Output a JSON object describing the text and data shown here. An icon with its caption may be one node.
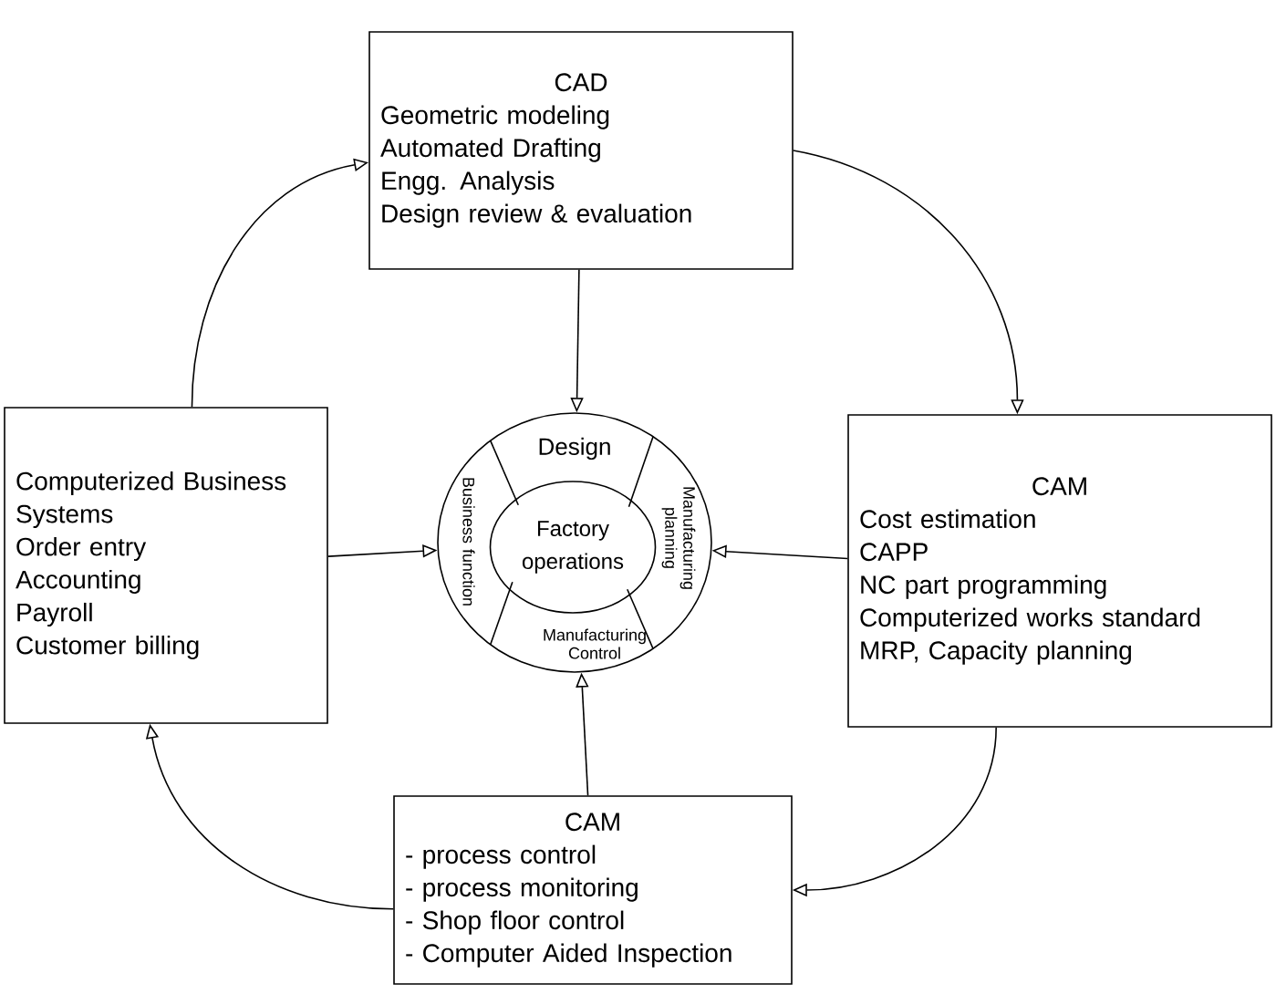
{
  "diagram": {
    "nodes": [
      {
        "text": [
          "CAD",
          "Geometric modeling",
          "Automated Drafting",
          "Engg. Analysis",
          "Design review & evaluation"
        ]
      },
      {
        "text": [
          "Computerized Business Systems",
          "Order entry",
          "Accounting",
          "Payroll",
          "Customer billing"
        ]
      },
      {
        "text": [
          "Design",
          "Manufacturing planning",
          "Manufacturing Control",
          "Business function"
        ]
      },
      {
        "text": [
          "Factory operations"
        ],
        "in": 2
      },
      {
        "text": [
          "CAM",
          "Cost estimation",
          "CAPP",
          "NC part programming",
          "Computerized works standard",
          "MRP, Capacity planning"
        ]
      },
      {
        "text": [
          "CAM",
          "- process control",
          "- process monitoring",
          "- Shop floor control",
          "- Computer Aided Inspection"
        ]
      }
    ],
    "edges": [
      {
        "from": 0,
        "to": 4,
        "arrow": "to"
      },
      {
        "from": 4,
        "to": 5,
        "arrow": "to"
      },
      {
        "from": 5,
        "to": 1,
        "arrow": "to"
      },
      {
        "from": 1,
        "to": 0,
        "arrow": "to"
      },
      {
        "from": 0,
        "to": 2,
        "arrow": "to"
      },
      {
        "from": 4,
        "to": 2,
        "arrow": "to"
      },
      {
        "from": 5,
        "to": 2,
        "arrow": "to"
      },
      {
        "from": 1,
        "to": 2,
        "arrow": "to"
      }
    ]
  }
}
